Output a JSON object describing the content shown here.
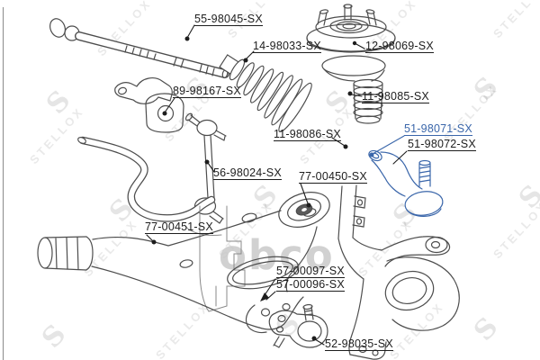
{
  "image": {
    "type": "suspension-parts-diagram"
  },
  "watermark": {
    "text": "STELLOX",
    "logo_letter": "S",
    "center_text": "obco"
  },
  "colors": {
    "part_line": "#4d4d4d",
    "label_text": "#1d1d1d",
    "highlight": "#3a66aa",
    "center_watermark": "#c9c9c9"
  },
  "labels": [
    {
      "text": "55-98045-SX",
      "highlighted": false
    },
    {
      "text": "14-98033-SX",
      "highlighted": false
    },
    {
      "text": "12-98069-SX",
      "highlighted": false
    },
    {
      "text": "11-98085-SX",
      "highlighted": false
    },
    {
      "text": "89-98167-SX",
      "highlighted": false
    },
    {
      "text": "11-98086-SX",
      "highlighted": false
    },
    {
      "text": "51-98071-SX",
      "highlighted": true
    },
    {
      "text": "51-98072-SX",
      "highlighted": false
    },
    {
      "text": "56-98024-SX",
      "highlighted": false
    },
    {
      "text": "77-00450-SX",
      "highlighted": false
    },
    {
      "text": "77-00451-SX",
      "highlighted": false
    },
    {
      "text": "57-00097-SX",
      "highlighted": false
    },
    {
      "text": "57-00096-SX",
      "highlighted": false
    },
    {
      "text": "52-98035-SX",
      "highlighted": false
    }
  ]
}
